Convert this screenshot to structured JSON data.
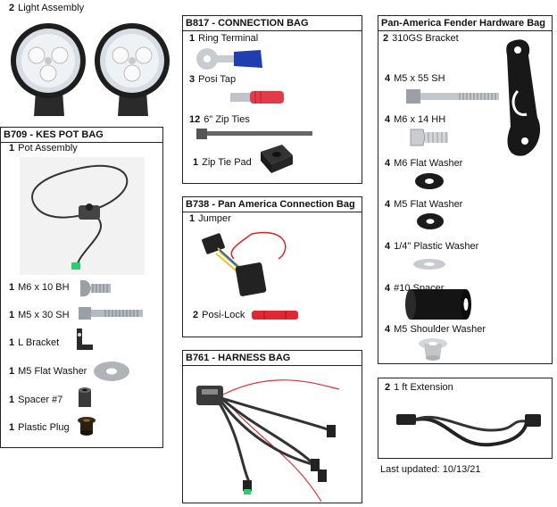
{
  "top": {
    "qty": "2",
    "label": "Light Assembly"
  },
  "kes": {
    "title": "B709 - KES POT BAG",
    "items": [
      {
        "qty": "1",
        "label": "Pot Assembly"
      },
      {
        "qty": "1",
        "label": "M6 x 10 BH"
      },
      {
        "qty": "1",
        "label": "M5 x 30 SH"
      },
      {
        "qty": "1",
        "label": "L Bracket"
      },
      {
        "qty": "1",
        "label": "M5 Flat Washer"
      },
      {
        "qty": "1",
        "label": "Spacer #7"
      },
      {
        "qty": "1",
        "label": "Plastic Plug"
      }
    ]
  },
  "b817": {
    "title": "B817 - CONNECTION BAG",
    "items": [
      {
        "qty": "1",
        "label": "Ring Terminal"
      },
      {
        "qty": "3",
        "label": "Posi Tap"
      },
      {
        "qty": "12",
        "label": "6\" Zip Ties"
      },
      {
        "qty": "1",
        "label": "Zip Tie Pad"
      }
    ]
  },
  "b738": {
    "title": "B738 - Pan America Connection Bag",
    "items": [
      {
        "qty": "1",
        "label": "Jumper"
      },
      {
        "qty": "2",
        "label": "Posi-Lock"
      }
    ]
  },
  "b761": {
    "title": "B761 - HARNESS BAG"
  },
  "fender": {
    "title": "Pan-America Fender Hardware Bag",
    "items": [
      {
        "qty": "2",
        "label": "310GS Bracket"
      },
      {
        "qty": "4",
        "label": "M5 x 55 SH"
      },
      {
        "qty": "4",
        "label": "M6 x 14 HH"
      },
      {
        "qty": "4",
        "label": "M6 Flat Washer"
      },
      {
        "qty": "4",
        "label": "M5 Flat Washer"
      },
      {
        "qty": "4",
        "label": "1/4\" Plastic Washer"
      },
      {
        "qty": "4",
        "label": "#10 Spacer"
      },
      {
        "qty": "4",
        "label": "M5 Shoulder Washer"
      }
    ]
  },
  "extension": {
    "qty": "2",
    "label": "1 ft Extension"
  },
  "footer": {
    "updated": "Last updated: 10/13/21"
  }
}
